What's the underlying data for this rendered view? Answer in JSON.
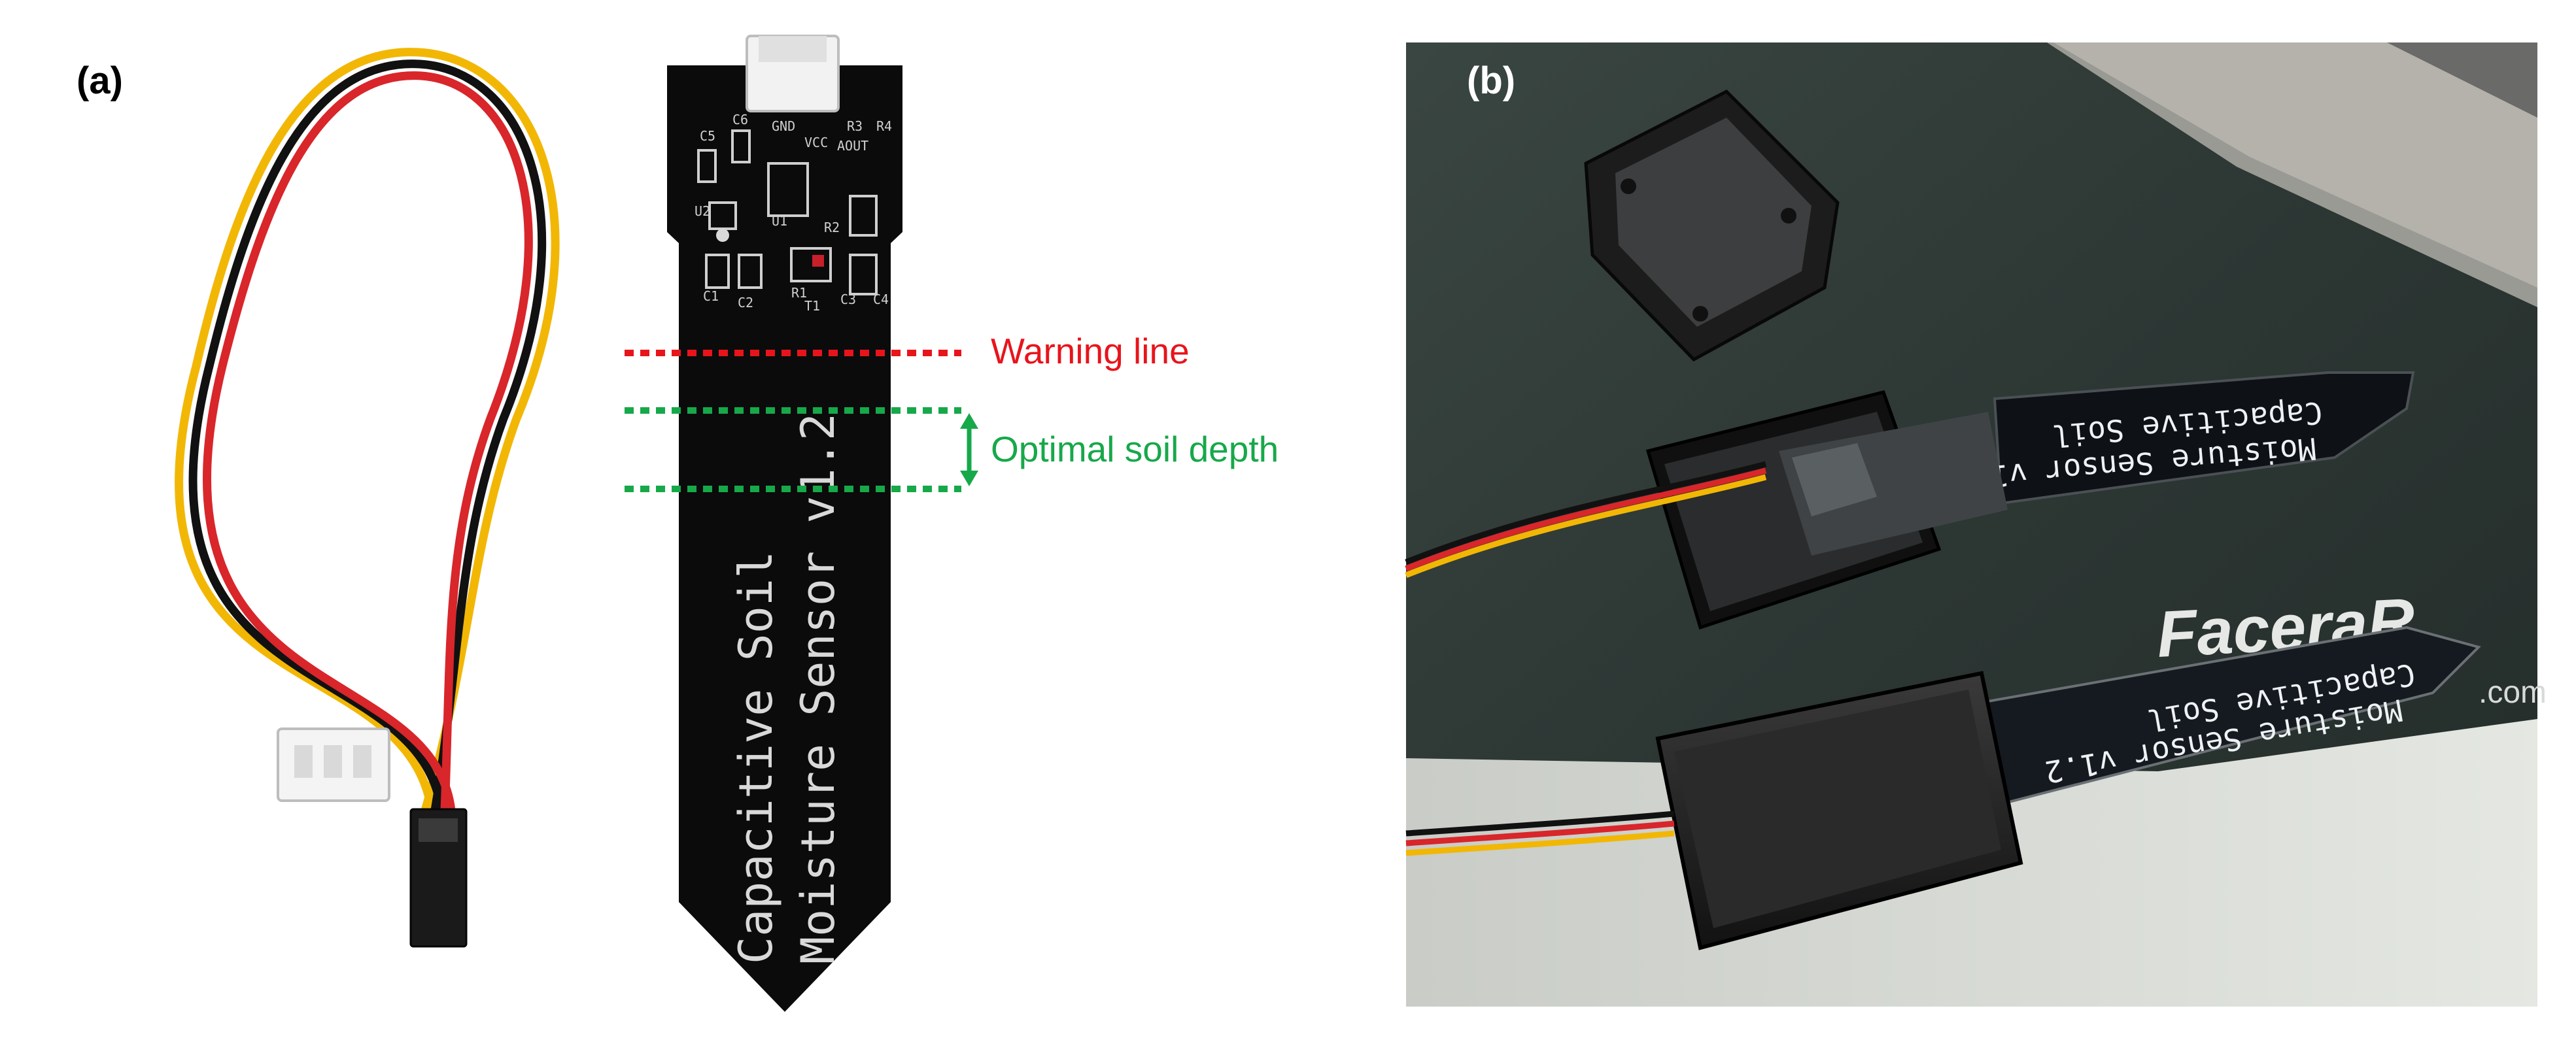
{
  "panels": {
    "a": {
      "label": "(a)"
    },
    "b": {
      "label": "(b)"
    }
  },
  "sensor": {
    "line1": "Capacitive  Soil",
    "line2": "Moisture Sensor  v1.2",
    "pcb_labels": [
      "C5",
      "C6",
      "GND",
      "VCC",
      "AOUT",
      "R3",
      "R4",
      "U2",
      "U1",
      "C1",
      "C2",
      "R1",
      "T1",
      "R2",
      "C3",
      "C4"
    ]
  },
  "annotations": {
    "warning": "Warning line",
    "optimal": "Optimal soil depth"
  },
  "photo": {
    "probe_line1": "Capacitive  Soil",
    "probe_line2": "Moisture Sensor  v1.2",
    "mat_brand": "FaceraR",
    "mat_domain": ".com"
  },
  "colors": {
    "warning": "#e8141c",
    "optimal": "#17a84a",
    "pcb": "#0b0b0b",
    "wire_red": "#d8262b",
    "wire_yellow": "#f2b705",
    "wire_black": "#111111"
  }
}
